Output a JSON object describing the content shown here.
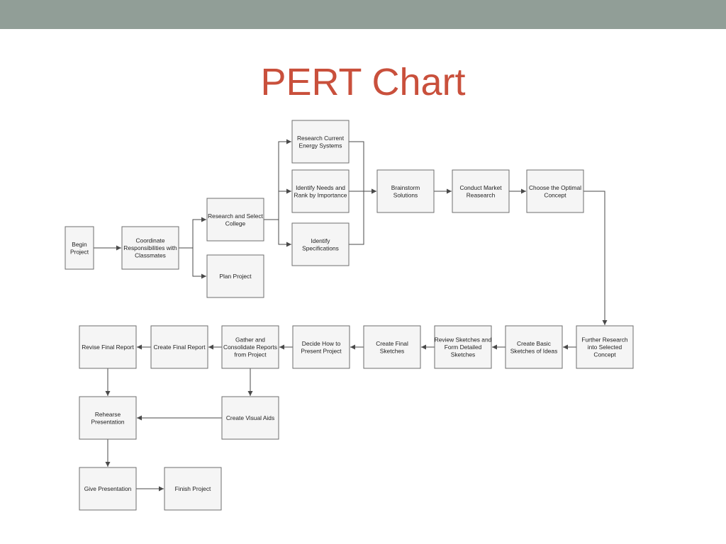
{
  "slide": {
    "title": "PERT Chart",
    "colors": {
      "title": "#c9503c",
      "top_bar": "#919e97",
      "box_fill": "#f5f5f5",
      "box_border": "#6e6e6e",
      "arrow": "#4a4a4a"
    }
  },
  "diagram": {
    "nodes": [
      {
        "id": "begin",
        "lines": [
          "Begin",
          "Project"
        ]
      },
      {
        "id": "coordinate",
        "lines": [
          "Coordinate",
          "Responsibilities with",
          "Classmates"
        ]
      },
      {
        "id": "research-college",
        "lines": [
          "Research and Select",
          "College"
        ]
      },
      {
        "id": "plan-project",
        "lines": [
          "Plan Project"
        ]
      },
      {
        "id": "research-energy",
        "lines": [
          "Research Current",
          "Energy Systems"
        ]
      },
      {
        "id": "identify-needs",
        "lines": [
          "Identify Needs and",
          "Rank by Importance"
        ]
      },
      {
        "id": "identify-specs",
        "lines": [
          "Identify",
          "Specifications"
        ]
      },
      {
        "id": "brainstorm",
        "lines": [
          "Brainstorm",
          "Solutions"
        ]
      },
      {
        "id": "market-research",
        "lines": [
          "Conduct Market",
          "Reasearch"
        ]
      },
      {
        "id": "optimal-concept",
        "lines": [
          "Choose the Optimal",
          "Concept"
        ]
      },
      {
        "id": "further-research",
        "lines": [
          "Further Research",
          "into Selected",
          "Concept"
        ]
      },
      {
        "id": "basic-sketches",
        "lines": [
          "Create Basic",
          "Sketches of Ideas"
        ]
      },
      {
        "id": "review-sketches",
        "lines": [
          "Review Sketches and",
          "Form Detailed",
          "Sketches"
        ]
      },
      {
        "id": "final-sketches",
        "lines": [
          "Create Final",
          "Sketches"
        ]
      },
      {
        "id": "decide-present",
        "lines": [
          "Decide How to",
          "Present Project"
        ]
      },
      {
        "id": "gather-reports",
        "lines": [
          "Gather and",
          "Consolidate Reports",
          "from Project"
        ]
      },
      {
        "id": "create-final-report",
        "lines": [
          "Create Final Report"
        ]
      },
      {
        "id": "revise-final-report",
        "lines": [
          "Revise Final Report"
        ]
      },
      {
        "id": "create-visual-aids",
        "lines": [
          "Create Visual Aids"
        ]
      },
      {
        "id": "rehearse",
        "lines": [
          "Rehearse",
          "Presentation"
        ]
      },
      {
        "id": "give-presentation",
        "lines": [
          "Give Presentation"
        ]
      },
      {
        "id": "finish-project",
        "lines": [
          "Finish Project"
        ]
      }
    ],
    "edges": [
      {
        "from": "begin",
        "to": "coordinate"
      },
      {
        "from": "coordinate",
        "to": "research-college"
      },
      {
        "from": "coordinate",
        "to": "plan-project"
      },
      {
        "from": "research-college",
        "to": "research-energy"
      },
      {
        "from": "research-college",
        "to": "identify-needs"
      },
      {
        "from": "research-college",
        "to": "identify-specs"
      },
      {
        "from": "research-energy",
        "to": "brainstorm"
      },
      {
        "from": "identify-needs",
        "to": "brainstorm"
      },
      {
        "from": "identify-specs",
        "to": "brainstorm"
      },
      {
        "from": "brainstorm",
        "to": "market-research"
      },
      {
        "from": "market-research",
        "to": "optimal-concept"
      },
      {
        "from": "optimal-concept",
        "to": "further-research"
      },
      {
        "from": "further-research",
        "to": "basic-sketches"
      },
      {
        "from": "basic-sketches",
        "to": "review-sketches"
      },
      {
        "from": "review-sketches",
        "to": "final-sketches"
      },
      {
        "from": "final-sketches",
        "to": "decide-present"
      },
      {
        "from": "decide-present",
        "to": "gather-reports"
      },
      {
        "from": "gather-reports",
        "to": "create-final-report"
      },
      {
        "from": "gather-reports",
        "to": "create-visual-aids"
      },
      {
        "from": "create-final-report",
        "to": "revise-final-report"
      },
      {
        "from": "revise-final-report",
        "to": "rehearse"
      },
      {
        "from": "create-visual-aids",
        "to": "rehearse"
      },
      {
        "from": "rehearse",
        "to": "give-presentation"
      },
      {
        "from": "give-presentation",
        "to": "finish-project"
      }
    ]
  }
}
